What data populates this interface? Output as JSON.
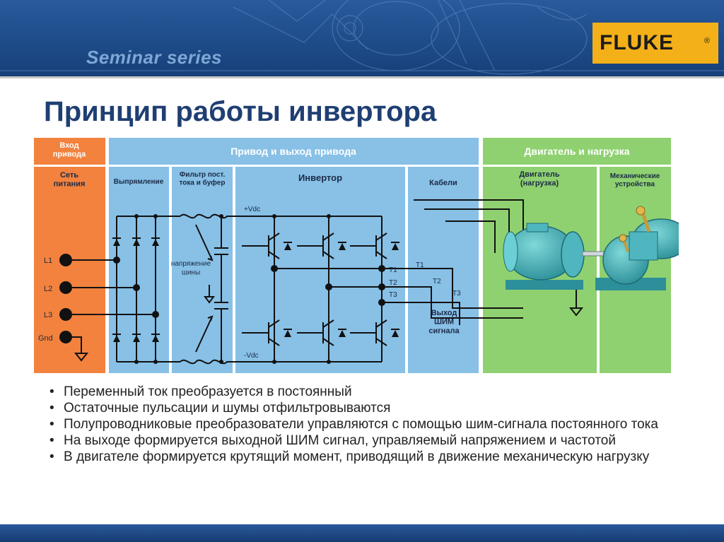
{
  "header": {
    "series": "Seminar series",
    "logo": "FLUKE",
    "logo_mark": "®"
  },
  "title": "Принцип работы инвертора",
  "diagram": {
    "groups": {
      "input": "Вход\nпривода",
      "drive": "Привод и выход привода",
      "motor": "Двигатель и нагрузка"
    },
    "columns": {
      "mains": "Сеть\nпитания",
      "rect": "Выпрямление",
      "filter": "Фильтр пост.\nтока и буфер",
      "inverter": "Инвертор",
      "cables": "Кабели",
      "motor": "Двигатель\n(нагрузка)",
      "mech": "Механические\nустройства"
    },
    "inputs": [
      "L1",
      "L2",
      "L3",
      "Gnd"
    ],
    "labels": {
      "vdc_pos": "+Vdc",
      "vdc_neg": "-Vdc",
      "bus_voltage": "напряжение\nшины",
      "pwm": "Выход\nШИМ\nсигнала"
    },
    "phases": [
      "T1",
      "T2",
      "T3"
    ]
  },
  "bullets": [
    "Переменный ток преобразуется в постоянный",
    "Остаточные пульсации и шумы отфильтровываются",
    "Полупроводниковые преобразователи управляются с помощью шим-сигнала постоянного тока",
    "На выходе формируется выходной ШИМ сигнал, управляемый напряжением и частотой",
    "В двигателе формируется крутящий момент, приводящий в движение механическую нагрузку"
  ]
}
